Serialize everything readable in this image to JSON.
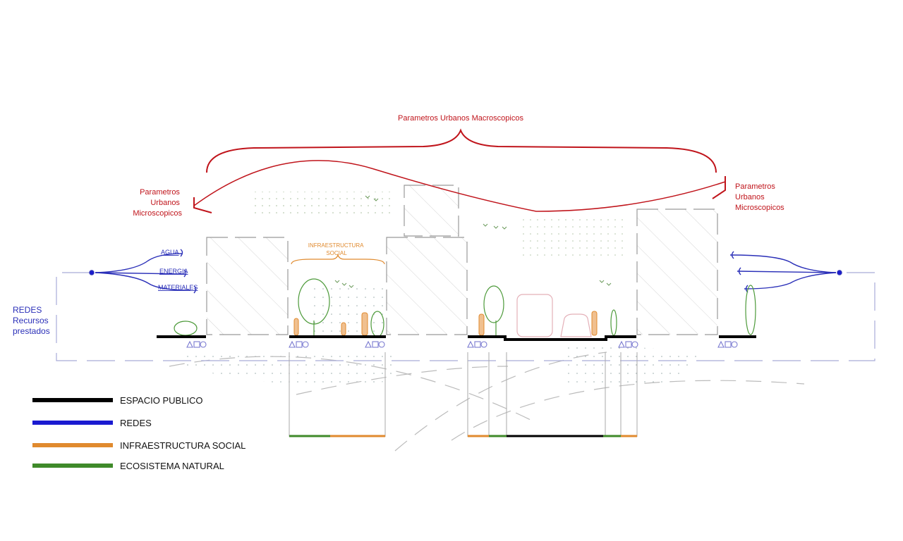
{
  "title": "Parametros Urbanos Macroscopicos",
  "micro_left": [
    "Parametros",
    "Urbanos",
    "Microscopicos"
  ],
  "micro_right": [
    "Parametros",
    "Urbanos",
    "Microscopicos"
  ],
  "redes_label": [
    "REDES",
    "Recursos",
    "prestados"
  ],
  "network_branches": [
    "AGUA",
    "ENERGIA",
    "MATERIALES"
  ],
  "infra_label": [
    "INFRAESTRUCTURA",
    "SOCIAL"
  ],
  "legend": [
    {
      "label": "ESPACIO PUBLICO",
      "color": "#000000"
    },
    {
      "label": "REDES",
      "color": "#1a1ad0"
    },
    {
      "label": "INFRAESTRUCTURA SOCIAL",
      "color": "#e08a2e"
    },
    {
      "label": "ECOSISTEMA NATURAL",
      "color": "#3f8a2a"
    }
  ],
  "colors": {
    "macro": "#c0141b",
    "network": "#2a2fb8",
    "hatch": "#c8c8c8",
    "vehicle": "#e4b0b8"
  }
}
